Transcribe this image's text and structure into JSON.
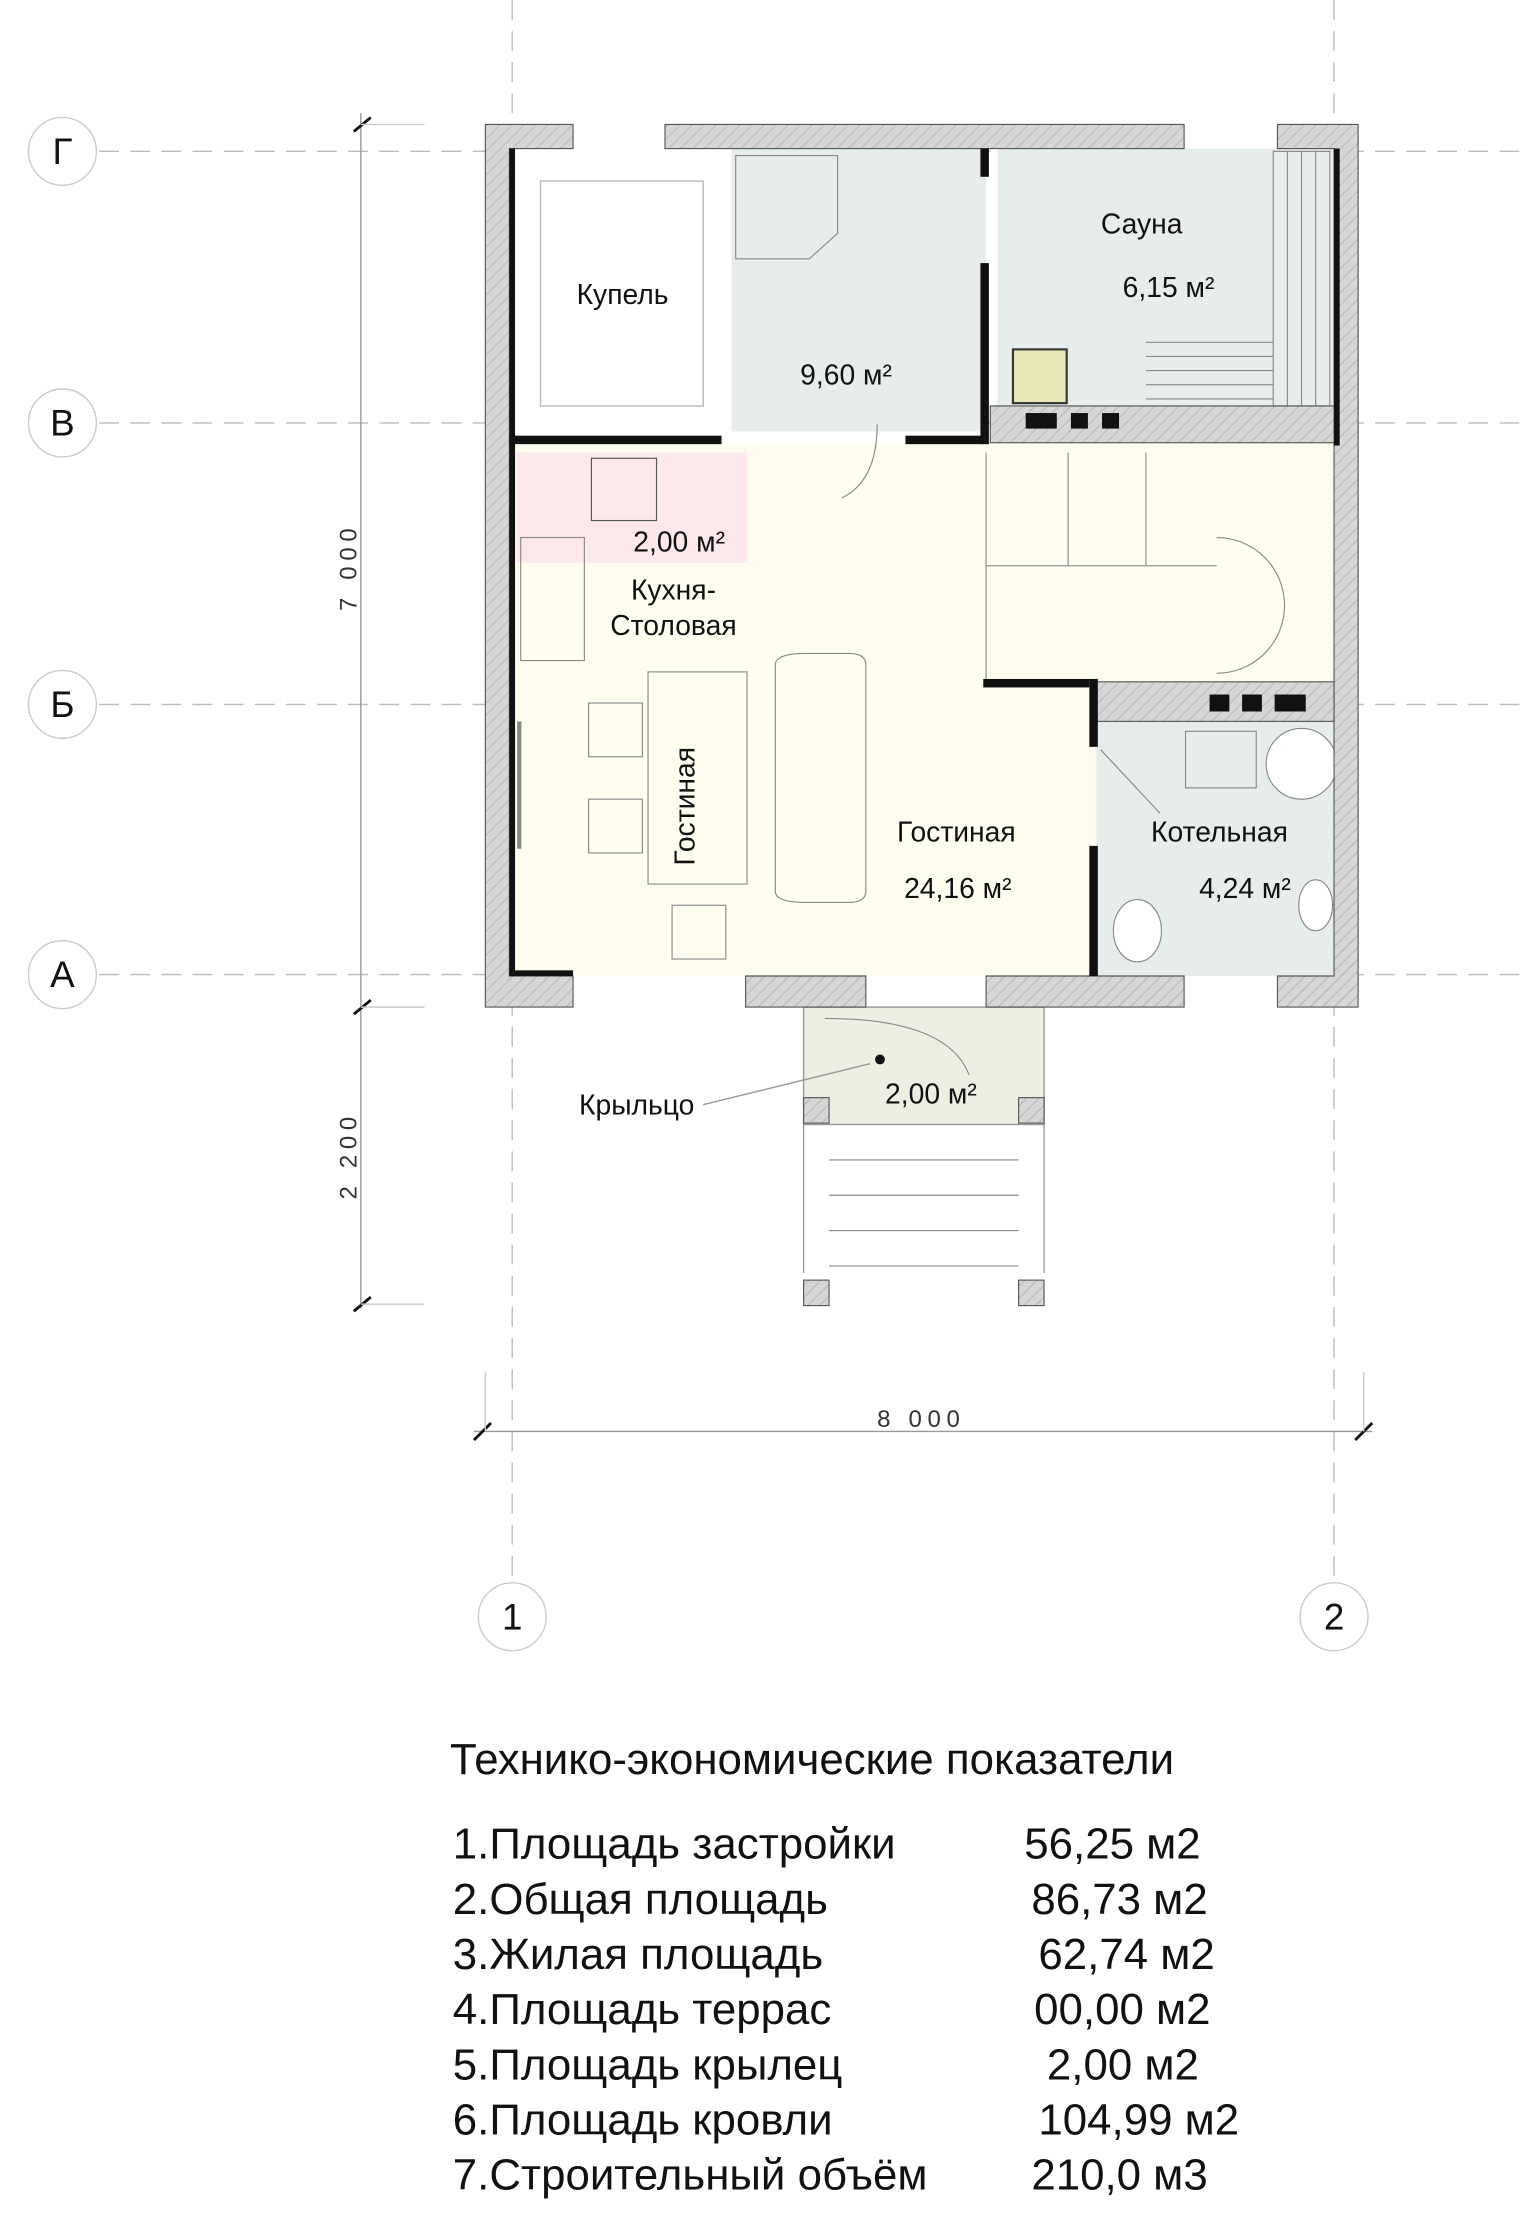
{
  "axes": {
    "rows": [
      "Г",
      "В",
      "Б",
      "А"
    ],
    "cols": [
      "1",
      "2"
    ]
  },
  "dimensions": {
    "height_main": "7 000",
    "height_porch": "2 200",
    "width": "8 000"
  },
  "rooms": [
    {
      "name": "Купель",
      "area": ""
    },
    {
      "name": "",
      "area": "9,60 м²"
    },
    {
      "name": "Сауна",
      "area": "6,15 м²"
    },
    {
      "name": "Кухня-",
      "name2": "Столовая",
      "area": "2,00 м²"
    },
    {
      "name": "Гостиная",
      "area": "24,16 м²"
    },
    {
      "name": "Гостиная",
      "area": ""
    },
    {
      "name": "Котельная",
      "area": "4,24 м²"
    },
    {
      "name": "Крыльцо",
      "area": "2,00 м²"
    }
  ],
  "colors": {
    "living": "#fffcf0",
    "wet": "#e6edeb",
    "kitchen": "#fde9eb",
    "porch": "#eeeee3",
    "wall": "#d6d6d6"
  },
  "specs": {
    "title": "Технико-экономические показатели",
    "rows": [
      {
        "label": "1.Площадь застройки",
        "value": "56,25 м2"
      },
      {
        "label": "2.Общая площадь",
        "value": "86,73 м2"
      },
      {
        "label": "3.Жилая площадь",
        "value": "62,74 м2"
      },
      {
        "label": "4.Площадь террас",
        "value": "00,00 м2"
      },
      {
        "label": "5.Площадь крылец",
        "value": "2,00 м2"
      },
      {
        "label": "6.Площадь кровли",
        "value": "104,99 м2"
      },
      {
        "label": "7.Строительный объём",
        "value": "210,0 м3"
      }
    ]
  }
}
